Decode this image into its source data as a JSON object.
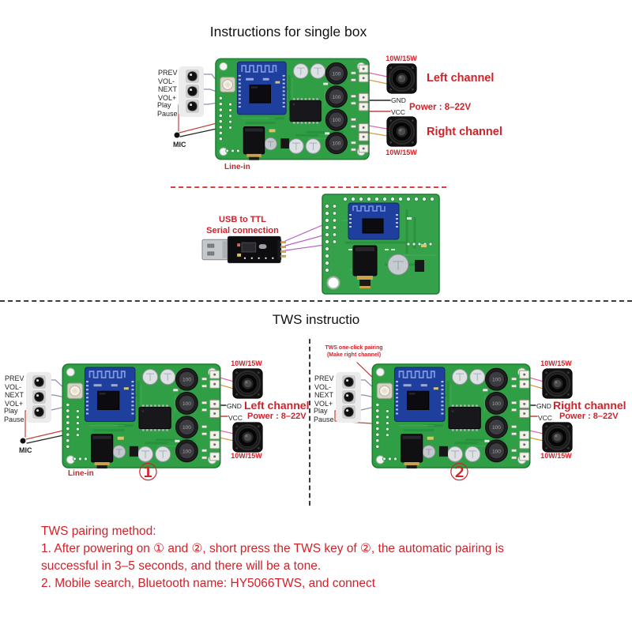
{
  "titles": {
    "single_box": "Instructions for single box",
    "tws": "TWS instructio"
  },
  "controls": {
    "prev": "PREV\nVOL-",
    "next": "NEXT\nVOL+",
    "play": "Play\nPause",
    "mic": "MIC",
    "line_in": "Line-in"
  },
  "channels": {
    "speaker_power": "10W/15W",
    "left": "Left channel",
    "right": "Right channel",
    "gnd": "GND",
    "vcc": "VCC",
    "power": "Power : 8–22V"
  },
  "serial": {
    "label": "USB to TTL\nSerial connection"
  },
  "tws": {
    "pairing_note": "TWS one-click pairing\n(Make right channel)",
    "board1_number": "①",
    "board2_number": "②"
  },
  "components": {
    "inductor_value": "100"
  },
  "pairing_method": {
    "heading": "TWS pairing method:",
    "step1_line1": "1. After powering on ① and ②, short press the TWS key of ②, the automatic pairing is",
    "step1_line2": "successful in 3–5 seconds, and there will be a tone.",
    "step2": "2. Mobile search, Bluetooth name: HY5066TWS, and connect"
  },
  "colors": {
    "accent_red": "#cf222a",
    "board_green": "#2f9e45",
    "module_blue": "#1e3f9e"
  }
}
